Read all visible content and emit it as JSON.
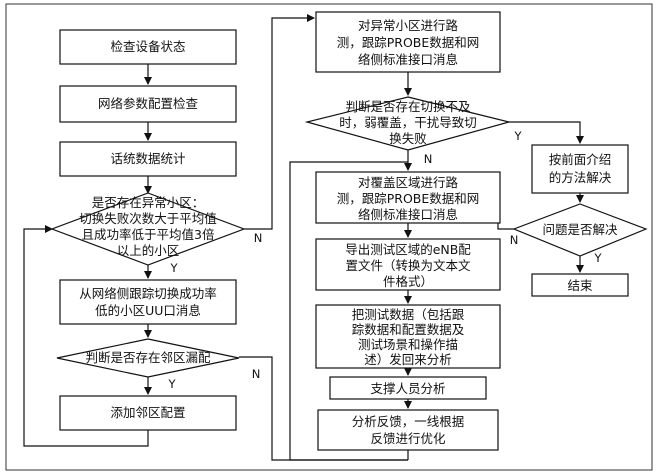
{
  "nodes": {
    "check_device": "检查设备状态",
    "param_check": "网络参数配置检查",
    "traffic_stats": "话统数据统计",
    "abnormal_cell": [
      "是否存在异常小区：",
      "切换失败次数大于平均值",
      "且成功率低于平均值3倍",
      "以上的小区"
    ],
    "trace_uu": [
      "从网络侧跟踪切换成功率",
      "低的小区UU口消息"
    ],
    "neighbor_missing": "判断是否存在邻区漏配",
    "add_neighbor": "添加邻区配置",
    "drive_abnormal": [
      "对异常小区进行路",
      "测，跟踪PROBE数据和网",
      "络侧标准接口消息"
    ],
    "handover_judge": [
      "判断是否存在切换不及",
      "时，弱覆盖，干扰导致切",
      "换失败"
    ],
    "drive_coverage": [
      "对覆盖区域进行路",
      "测，跟踪PROBE数据和网",
      "络侧标准接口消息"
    ],
    "export_config": [
      "导出测试区域的eNB配",
      "置文件（转换为文本文",
      "件格式）"
    ],
    "send_back": [
      "把测试数据（包括跟",
      "踪数据和配置数据及",
      "测试场景和操作描",
      "述）发回来分析"
    ],
    "support_analysis": "支撑人员分析",
    "feedback": [
      "分析反馈，一线根据",
      "反馈进行优化"
    ],
    "solve_method": [
      "按前面介绍",
      "的方法解决"
    ],
    "solved_judge": "问题是否解决",
    "end": "结束"
  },
  "edge_labels": {
    "yes": "Y",
    "no": "N"
  }
}
